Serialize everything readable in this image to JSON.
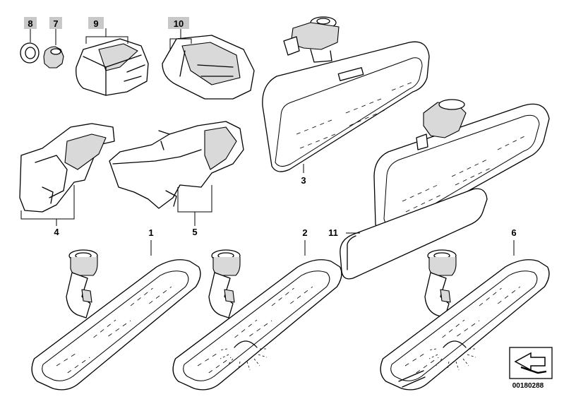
{
  "callouts": {
    "c1": "1",
    "c2": "2",
    "c3": "3",
    "c4": "4",
    "c5": "5",
    "c6": "6",
    "c7": "7",
    "c8": "8",
    "c9": "9",
    "c10": "10",
    "c11": "11"
  },
  "reference_number": "00180288",
  "colors": {
    "callout_highlight": "#c8c8c8",
    "line": "#000000",
    "background": "#ffffff"
  },
  "icons": {
    "stamp": "arrow-stamp-icon"
  }
}
